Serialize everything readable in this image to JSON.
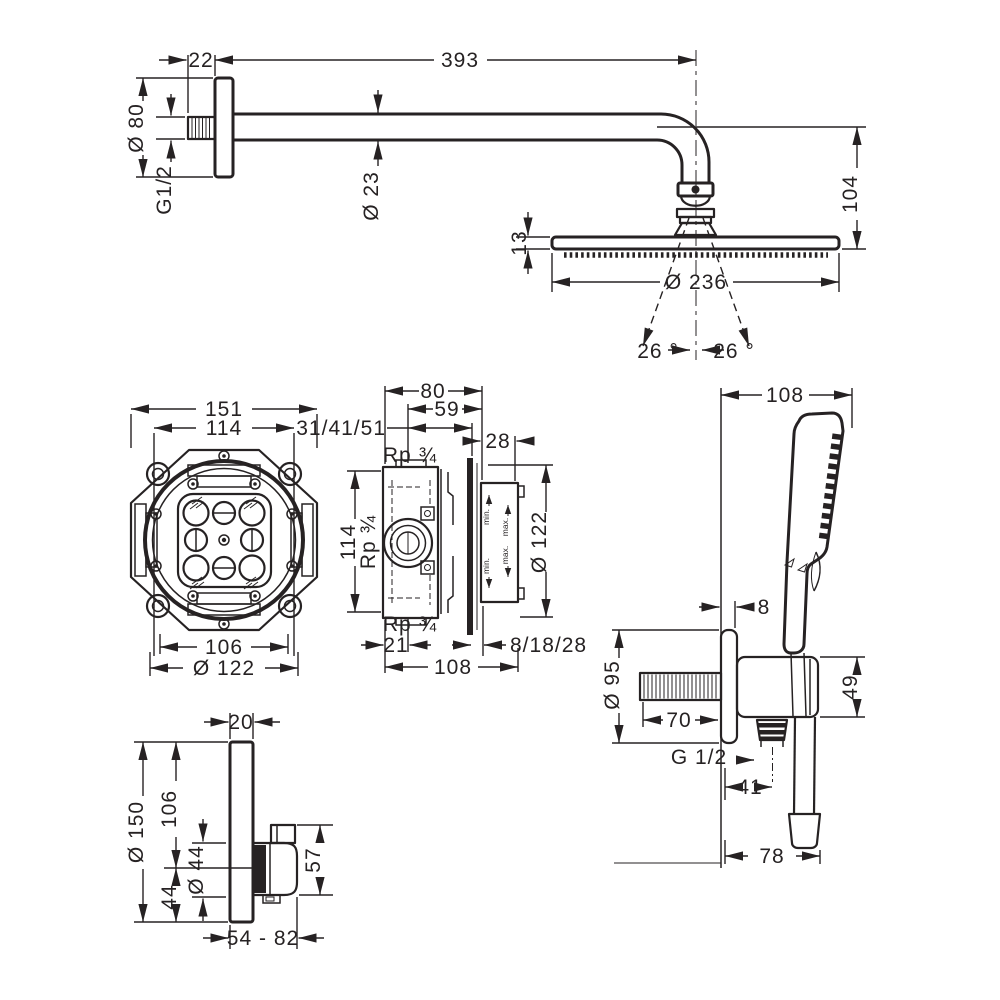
{
  "colors": {
    "line": "#262223",
    "background": "#ffffff"
  },
  "overhead_shower": {
    "arm_offset": "22",
    "arm_length": "393",
    "flange_diameter": "Ø 80",
    "thread": "G1/2",
    "pipe_diameter": "Ø 23",
    "head_height": "104",
    "plate_thickness": "13",
    "head_diameter": "Ø 236",
    "spray_angle_left": "26 °",
    "spray_angle_right": "26 °"
  },
  "basic_set_front": {
    "width_outer": "151",
    "width_inner": "114",
    "bolt_spacing": "106",
    "diameter": "Ø 122"
  },
  "basic_set_side": {
    "depth": "80",
    "depth_front": "59",
    "install_depth": "31/41/51",
    "front_depth": "28",
    "thread_top": "Rp ¾",
    "height": "114",
    "thread_mid": "Rp ¾",
    "diameter": "Ø 122",
    "thread_bottom": "Rp ¾",
    "rear_depth": "21",
    "total_depth": "108",
    "plaster_range": "8/18/28",
    "min_label": "min.",
    "max_label": "max."
  },
  "hand_shower": {
    "width": "108",
    "plate_offset": "8",
    "escutcheon_diameter": "Ø 95",
    "holder_height": "49",
    "pipe_length": "70",
    "thread": "G 1/2",
    "outlet_offset": "41",
    "holder_depth": "78"
  },
  "thermostat_trim": {
    "plate_thickness": "20",
    "plate_diameter": "Ø 150",
    "upper_height": "106",
    "lower_height": "44",
    "handle_diameter": "Ø 44",
    "handle_height": "57",
    "install_range": "54 - 82"
  }
}
